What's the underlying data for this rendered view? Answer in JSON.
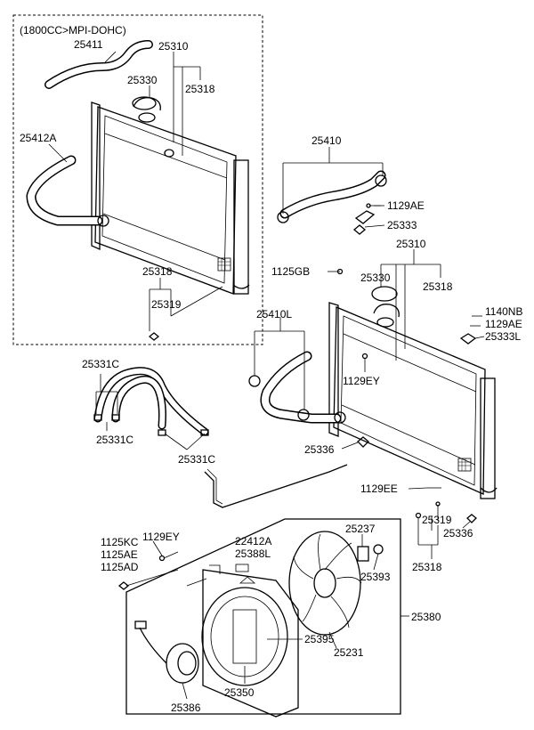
{
  "inset": {
    "caption": "(1800CC>MPI-DOHC)"
  },
  "labels": {
    "l25411": "25411",
    "l25310_a": "25310",
    "l25330_a": "25330",
    "l25318_a": "25318",
    "l25412A": "25412A",
    "l25318_b": "25318",
    "l25319_a": "25319",
    "l25410": "25410",
    "l1129AE_a": "1129AE",
    "l25333": "25333",
    "l25310_b": "25310",
    "l1125GB": "1125GB",
    "l25330_b": "25330",
    "l25318_c": "25318",
    "l1140NB": "1140NB",
    "l1129AE_b": "1129AE",
    "l25333L": "25333L",
    "l25410L": "25410L",
    "l1129EY_a": "1129EY",
    "l25331C_a": "25331C",
    "l25331C_b": "25331C",
    "l25331C_c": "25331C",
    "l25336_a": "25336",
    "l1129EE": "1129EE",
    "l25319_b": "25319",
    "l25336_b": "25336",
    "l25318_d": "25318",
    "l1125KC": "1125KC",
    "l1125AE": "1125AE",
    "l1125AD": "1125AD",
    "l1129EY_b": "1129EY",
    "l22412A": "22412A",
    "l25388L": "25388L",
    "l25237": "25237",
    "l25393": "25393",
    "l25380": "25380",
    "l25395": "25395",
    "l25231": "25231",
    "l25350": "25350",
    "l25386": "25386"
  }
}
